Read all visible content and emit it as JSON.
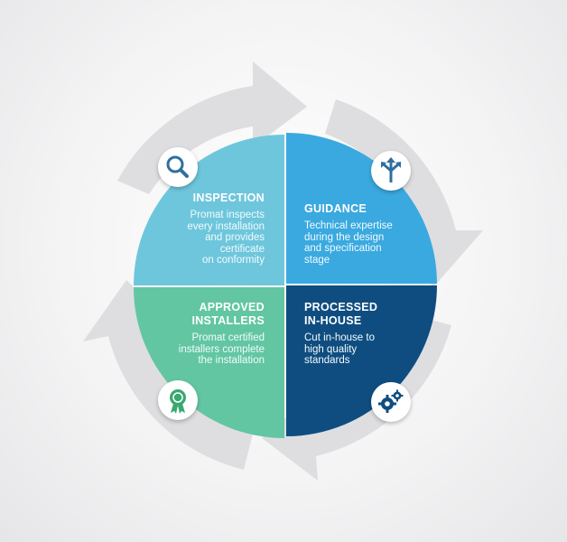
{
  "colors": {
    "inspection": "#6ec6dc",
    "guidance": "#3aa9e0",
    "installers": "#62c6a3",
    "processed": "#0f4d80",
    "arrows": "#dfdfe1",
    "icon_fill": "#2f6f9f"
  },
  "quadrants": [
    {
      "id": "inspection",
      "title": "INSPECTION",
      "description": "Promat inspects\nevery installation\nand provides\ncertificate\non conformity",
      "icon": "magnifier-icon"
    },
    {
      "id": "guidance",
      "title": "GUIDANCE",
      "description": "Technical expertise\nduring the design\nand specification\nstage",
      "icon": "branching-arrows-icon"
    },
    {
      "id": "approved_installers",
      "title": "APPROVED\nINSTALLERS",
      "description": "Promat certified\ninstallers complete\nthe installation",
      "icon": "award-rosette-icon"
    },
    {
      "id": "processed_in_house",
      "title": "PROCESSED\nIN-HOUSE",
      "description": "Cut in-house to\nhigh quality\nstandards",
      "icon": "gears-icon"
    }
  ]
}
